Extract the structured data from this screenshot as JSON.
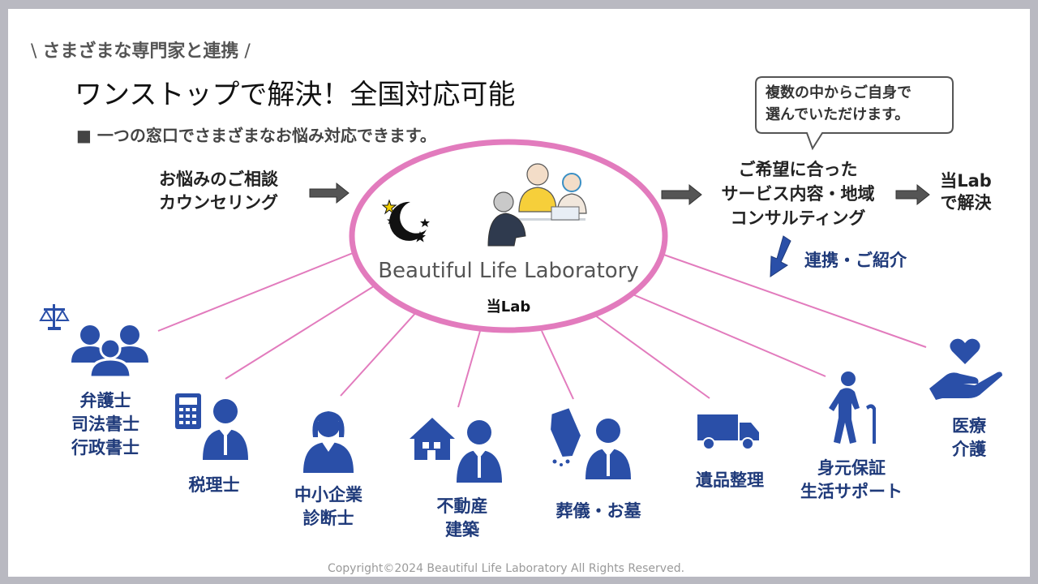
{
  "header": {
    "tag": "さまざまな専門家と連携",
    "title": "ワンストップで解決！全国対応可能",
    "subtitle": "■ 一つの窓口でさまざまなお悩み対応できます。"
  },
  "callout": {
    "line1": "複数の中からご自身で",
    "line2": "選んでいただけます。"
  },
  "flow": {
    "step1_line1": "お悩みのご相談",
    "step1_line2": "カウンセリング",
    "step2_line1": "ご希望に合った",
    "step2_line2": "サービス内容・地域",
    "step2_line3": "コンサルティング",
    "step3_line1": "当Lab",
    "step3_line2": "で解決",
    "referral": "連携・ご紹介"
  },
  "center": {
    "name": "Beautiful Life Laboratory",
    "short": "当Lab"
  },
  "partners": {
    "lawyer": [
      "弁護士",
      "司法書士",
      "行政書士"
    ],
    "tax": [
      "税理士"
    ],
    "sme": [
      "中小企業",
      "診断士"
    ],
    "estate": [
      "不動産",
      "建築"
    ],
    "funeral": [
      "葬儀・お墓"
    ],
    "belongings": [
      "遺品整理"
    ],
    "guarantee": [
      "身元保証",
      "生活サポート"
    ],
    "medical": [
      "医療",
      "介護"
    ]
  },
  "footer": {
    "copyright": "Copyright©2024 Beautiful Life Laboratory All Rights Reserved."
  },
  "colors": {
    "accent_blue": "#1f3a7a",
    "icon_blue": "#2a4fa8",
    "ellipse_pink": "#e27bbd",
    "arrow_gray": "#555555"
  }
}
